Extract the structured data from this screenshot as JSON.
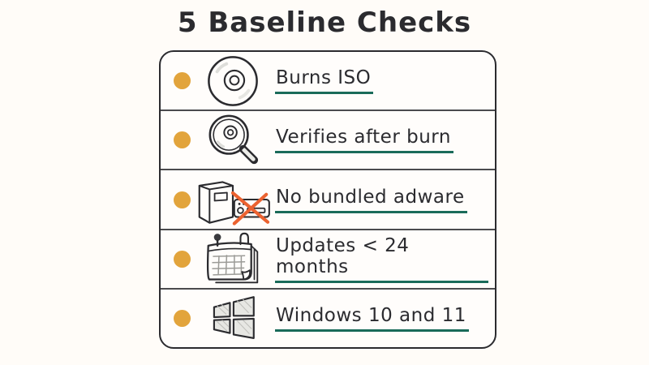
{
  "title": "5 Baseline Checks",
  "colors": {
    "background": "#FFFCF8",
    "ink": "#2B2B2F",
    "bullet_dot": "#E2A43C",
    "underline": "#1A6B5A",
    "cross_mark": "#EB6230"
  },
  "checklist": {
    "items": [
      {
        "icon": "disc-icon",
        "label": "Burns ISO"
      },
      {
        "icon": "magnifier-icon",
        "label": "Verifies after burn"
      },
      {
        "icon": "no-adware-icon",
        "label": "No bundled adware"
      },
      {
        "icon": "calendar-icon",
        "label": "Updates < 24 months"
      },
      {
        "icon": "windows-icon",
        "label": "Windows 10 and 11"
      }
    ]
  }
}
